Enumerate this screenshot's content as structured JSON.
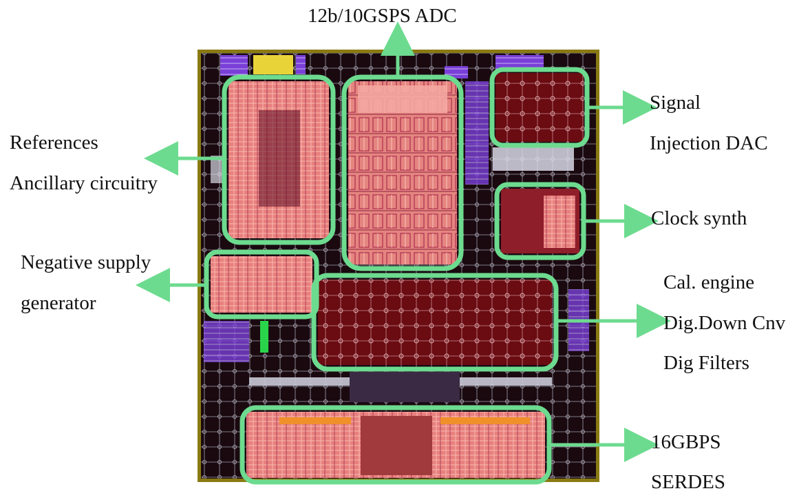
{
  "colors": {
    "highlight": "#6ddb8f",
    "die_frame": "#8a7a12",
    "die_bg": "#1a0a10",
    "logic": "#f08a8a",
    "dark_block": "#6a0c12",
    "metal_purple": "#7a3fd8",
    "trace": "#c9c9d6"
  },
  "labels": {
    "adc": "12b/10GSPS ADC",
    "signal": "Signal",
    "injection": "Injection DAC",
    "references": "References",
    "ancillary": "Ancillary circuitry",
    "clock": "Clock synth",
    "negative": "Negative supply",
    "generator": "generator",
    "cal": "Cal. engine",
    "ddc": "Dig.Down Cnv",
    "filters": "Dig Filters",
    "serdes_rate": "16GBPS",
    "serdes": "SERDES"
  },
  "blocks": [
    {
      "id": "references-block",
      "label_key": "references"
    },
    {
      "id": "adc-block",
      "label_key": "adc"
    },
    {
      "id": "dac-block",
      "label_key": "injection"
    },
    {
      "id": "clock-block",
      "label_key": "clock"
    },
    {
      "id": "supply-block",
      "label_key": "negative"
    },
    {
      "id": "digital-block",
      "label_key": "ddc"
    },
    {
      "id": "serdes-block",
      "label_key": "serdes"
    }
  ]
}
